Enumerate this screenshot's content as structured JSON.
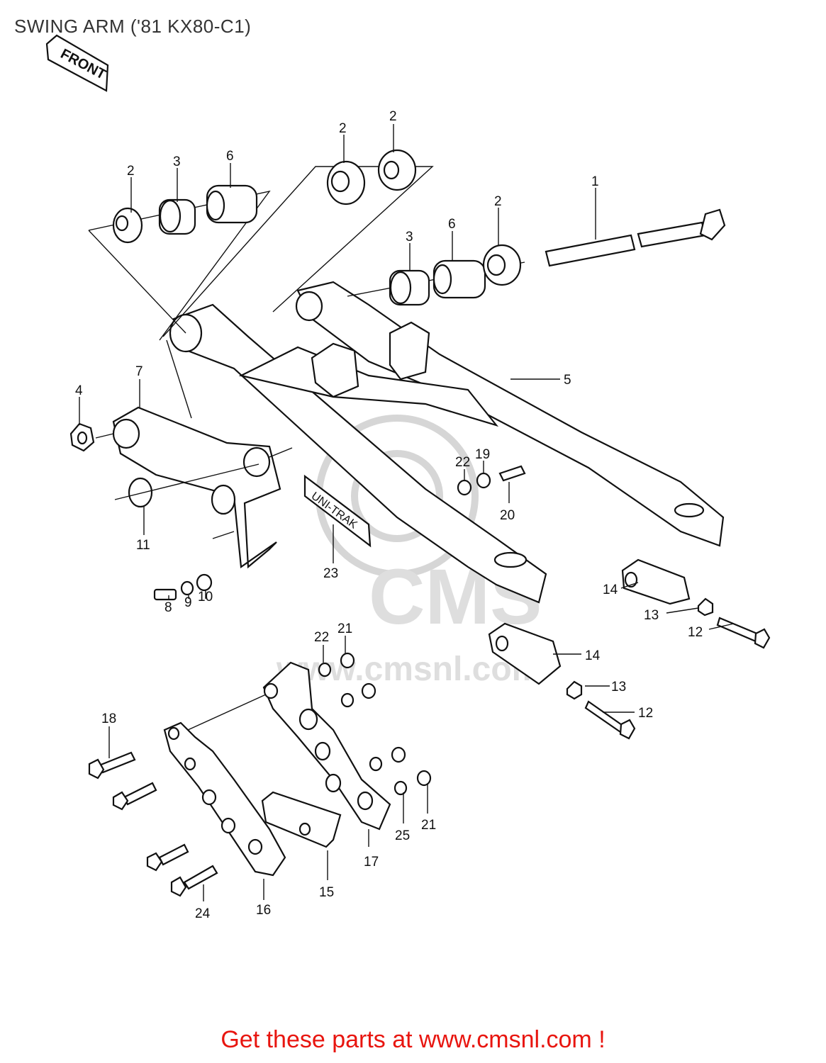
{
  "title": "SWING ARM ('81 KX80-C1)",
  "front_label": "FRONT",
  "watermark": {
    "logo": "CMS",
    "url": "www.cmsnl.com"
  },
  "plate_text": "UNI-TRAK",
  "callouts": {
    "c1": "1",
    "c2a": "2",
    "c2b": "2",
    "c2c": "2",
    "c2d": "2",
    "c3a": "3",
    "c3b": "3",
    "c4": "4",
    "c5": "5",
    "c6a": "6",
    "c6b": "6",
    "c7": "7",
    "c8": "8",
    "c9": "9",
    "c10": "10",
    "c11": "11",
    "c12a": "12",
    "c12b": "12",
    "c13a": "13",
    "c13b": "13",
    "c14a": "14",
    "c14b": "14",
    "c15": "15",
    "c16": "16",
    "c17": "17",
    "c18": "18",
    "c19": "19",
    "c20": "20",
    "c21a": "21",
    "c21b": "21",
    "c22a": "22",
    "c22b": "22",
    "c23": "23",
    "c24": "24",
    "c25": "25"
  },
  "footer": {
    "link_text": "Get these parts at www.cmsnl.com !"
  },
  "colors": {
    "footer_link": "#e8150f",
    "title": "#333333",
    "line_art": "#111111",
    "watermark": "#d6d6d6"
  }
}
